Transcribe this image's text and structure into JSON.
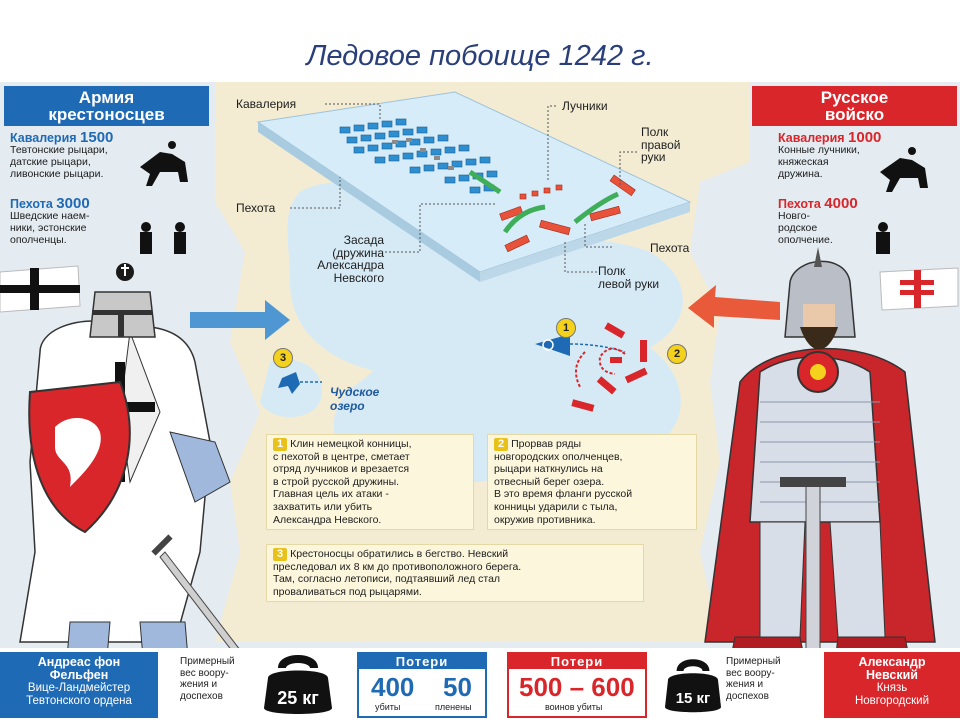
{
  "slide": {
    "title": "Ледовое побоище 1242 г."
  },
  "left": {
    "header_1": "Армия",
    "header_2": "крестоносцев",
    "cavalry_label": "Кавалерия",
    "cavalry_count": "1500",
    "cavalry_desc_1": "Тевтонские рыцари,",
    "cavalry_desc_2": "датские рыцари,",
    "cavalry_desc_3": "ливонские рыцари.",
    "infantry_label": "Пехота",
    "infantry_count": "3000",
    "infantry_desc_1": "Шведские наем-",
    "infantry_desc_2": "ники, эстонские",
    "infantry_desc_3": "ополченцы."
  },
  "right": {
    "header_1": "Русское",
    "header_2": "войско",
    "cavalry_label": "Кавалерия",
    "cavalry_count": "1000",
    "cavalry_desc_1": "Конные лучники,",
    "cavalry_desc_2": "княжеская",
    "cavalry_desc_3": "дружина.",
    "infantry_label": "Пехота",
    "infantry_count": "4000",
    "infantry_desc_1": "Новго-",
    "infantry_desc_2": "родское",
    "infantry_desc_3": "ополчение."
  },
  "diagram": {
    "cavalry": "Кавалерия",
    "infantry_left": "Пехота",
    "ambush_1": "Засада",
    "ambush_2": "(дружина",
    "ambush_3": "Александра",
    "ambush_4": "Невского",
    "archers": "Лучники",
    "right_regiment_1": "Полк",
    "right_regiment_2": "правой",
    "right_regiment_3": "руки",
    "infantry_right": "Пехота",
    "left_regiment_1": "Полк",
    "left_regiment_2": "левой руки"
  },
  "map": {
    "lake_1": "Чудское",
    "lake_2": "озеро",
    "marker_1": "1",
    "marker_2": "2",
    "marker_3": "3"
  },
  "notes": {
    "n1_num": "1",
    "n1_l1": "Клин немецкой конницы,",
    "n1_l2": "с пехотой в центре, сметает",
    "n1_l3": "отряд лучников и врезается",
    "n1_l4": "в строй русской дружины.",
    "n1_l5": "Главная цель их атаки -",
    "n1_l6": "захватить или убить",
    "n1_l7": "Александра Невского.",
    "n2_num": "2",
    "n2_l1": "Прорвав ряды",
    "n2_l2": "новгородских ополченцев,",
    "n2_l3": "рыцари наткнулись на",
    "n2_l4": "отвесный берег озера.",
    "n2_l5": "В это время фланги русской",
    "n2_l6": "конницы ударили с тыла,",
    "n2_l7": "окружив противника.",
    "n3_num": "3",
    "n3_l1": "Крестоносцы обратились в бегство. Невский",
    "n3_l2": "преследовал их 8 км до противоположного берега.",
    "n3_l3": "Там, согласно летописи, подтаявший лед стал",
    "n3_l4": "проваливаться под рыцарями."
  },
  "bottom": {
    "left_cmd_1": "Андреас фон",
    "left_cmd_2": "Фельфен",
    "left_cmd_3": "Вице-Ландмейстер",
    "left_cmd_4": "Тевтонского ордена",
    "left_weight_1": "Примерный",
    "left_weight_2": "вес воору-",
    "left_weight_3": "жения и",
    "left_weight_4": "доспехов",
    "left_kettle": "25 кг",
    "blue_loss_head": "Потери",
    "blue_loss_killed": "400",
    "blue_loss_killed_label": "убиты",
    "blue_loss_captured": "50",
    "blue_loss_captured_label": "пленены",
    "red_loss_head": "Потери",
    "red_loss_value": "500 – 600",
    "red_loss_label": "воинов убиты",
    "right_kettle": "15 кг",
    "right_weight_1": "Примерный",
    "right_weight_2": "вес воору-",
    "right_weight_3": "жения и",
    "right_weight_4": "доспехов",
    "right_cmd_1": "Александр",
    "right_cmd_2": "Невский",
    "right_cmd_3": "Князь",
    "right_cmd_4": "Новгородский"
  },
  "colors": {
    "blue": "#1f6ab4",
    "red": "#d8262b",
    "title": "#2a3f7a",
    "ice": "#bfe0f2",
    "land": "#f2ead0"
  }
}
